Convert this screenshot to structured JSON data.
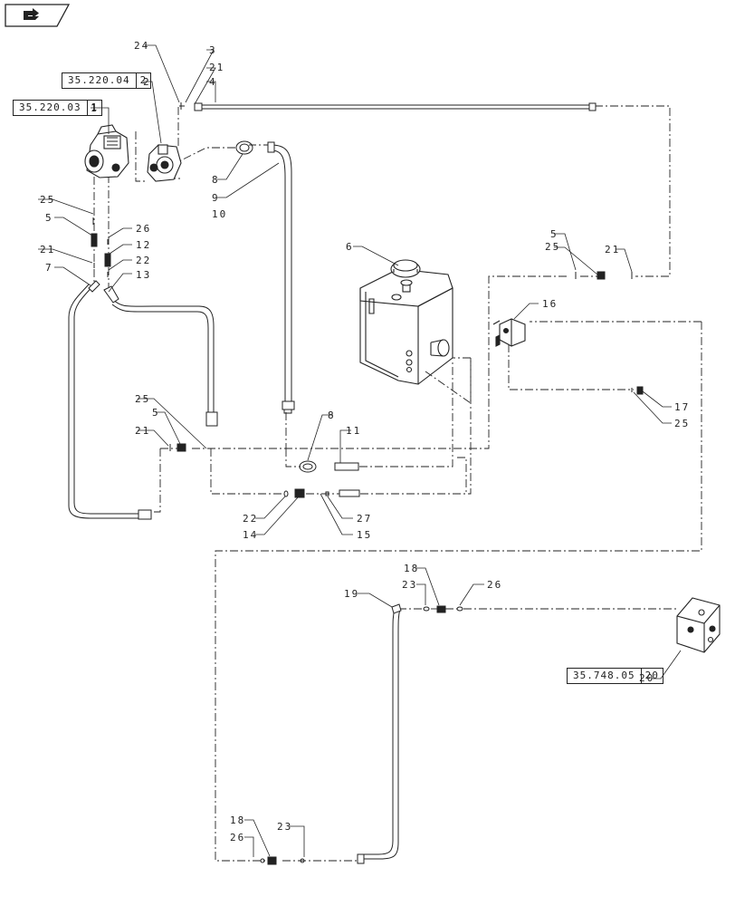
{
  "page": {
    "nav_icon": "arrow-next-page-icon"
  },
  "references": [
    {
      "code": "35.220.04",
      "item": "2"
    },
    {
      "code": "35.220.03",
      "item": "1"
    },
    {
      "code": "35.748.05",
      "item": "20"
    }
  ],
  "callouts": [
    "24",
    "3",
    "21",
    "4",
    "2",
    "1",
    "8",
    "9",
    "10",
    "25",
    "5",
    "26",
    "21",
    "12",
    "22",
    "7",
    "13",
    "6",
    "5",
    "25",
    "21",
    "16",
    "17",
    "25",
    "25",
    "5",
    "21",
    "8",
    "11",
    "22",
    "14",
    "27",
    "15",
    "18",
    "23",
    "26",
    "19",
    "20",
    "18",
    "26",
    "23"
  ],
  "colors": {
    "line": "#222222",
    "background": "#ffffff"
  }
}
